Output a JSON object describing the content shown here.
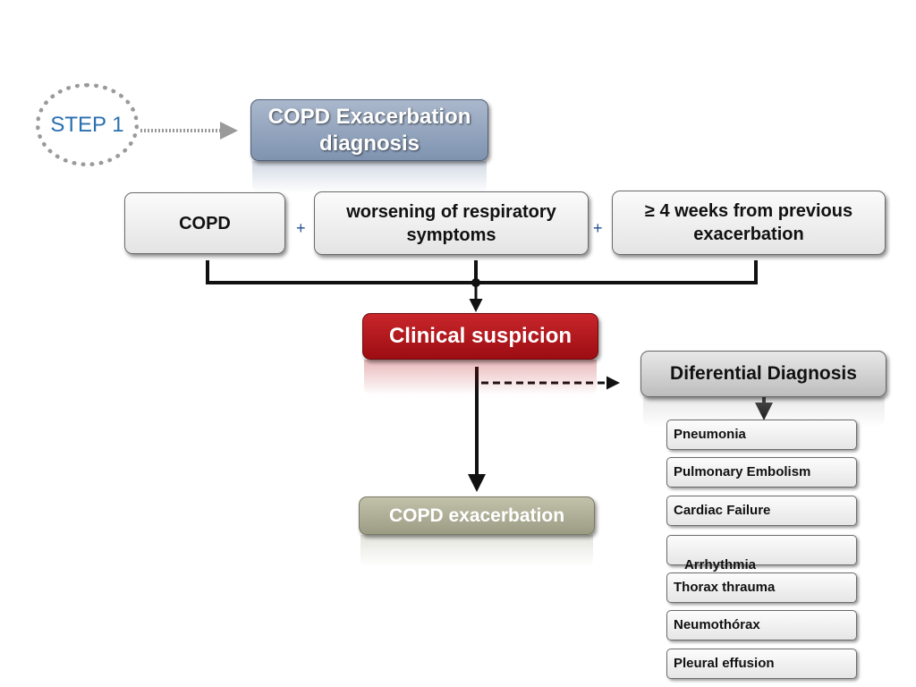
{
  "step": {
    "label": "STEP 1"
  },
  "header": {
    "title": "COPD Exacerbation diagnosis"
  },
  "criteria": [
    {
      "label": "COPD"
    },
    {
      "label": "worsening of respiratory symptoms"
    },
    {
      "label": "≥ 4 weeks from previous exacerbation"
    }
  ],
  "operators": [
    "+",
    "+"
  ],
  "suspicion": {
    "label": "Clinical suspicion"
  },
  "differential": {
    "title": "Diferential Diagnosis",
    "items": [
      "Pneumonia",
      "Pulmonary Embolism",
      "Cardiac Failure",
      " Arrhythmia",
      "Thorax thrauma",
      "Neumothórax",
      "Pleural effusion"
    ]
  },
  "outcome": {
    "label": "COPD exacerbation"
  },
  "colors": {
    "header": "#7f93b0",
    "suspicion": "#b31217",
    "outcome": "#a8a88f",
    "step_text": "#2a6fb0",
    "plus": "#1f4e8c"
  }
}
